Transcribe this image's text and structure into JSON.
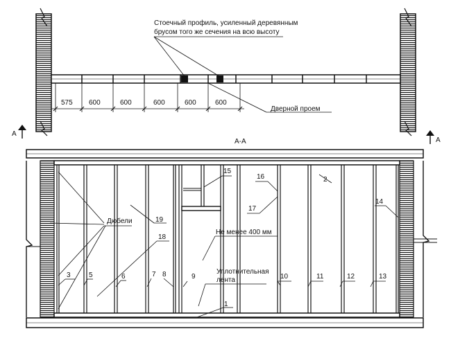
{
  "annotations": {
    "profile_note_1": "Стоечный профиль, усиленный деревянным",
    "profile_note_2": "брусом того же сечения на всю высоту",
    "door_opening": "Дверной проем",
    "section_left": "A",
    "section_right": "A",
    "section_title": "A-A",
    "dowels": "Дюбели",
    "min_400": "Не менее 400 мм",
    "sealing_1": "Уплотнительная",
    "sealing_2": "лента"
  },
  "dimensions": [
    "575",
    "600",
    "600",
    "600",
    "600",
    "600"
  ],
  "callouts": [
    "1",
    "2",
    "3",
    "5",
    "6",
    "7",
    "8",
    "9",
    "10",
    "11",
    "12",
    "13",
    "14",
    "15",
    "16",
    "17",
    "18",
    "19"
  ]
}
